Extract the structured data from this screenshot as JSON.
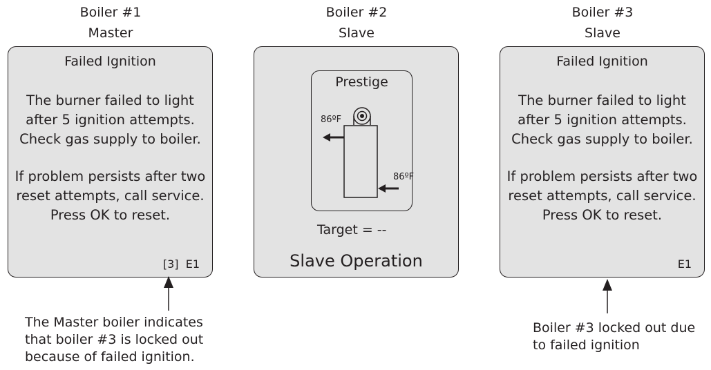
{
  "boilers": [
    {
      "name": "Boiler #1",
      "role": "Master"
    },
    {
      "name": "Boiler #2",
      "role": "Slave"
    },
    {
      "name": "Boiler #3",
      "role": "Slave"
    }
  ],
  "panel1": {
    "title": "Failed Ignition",
    "message_lines": [
      "The burner failed to light",
      "after 5 ignition attempts.",
      "Check gas supply to boiler."
    ],
    "reset_lines": [
      "If problem persists after two",
      "reset attempts, call service.",
      "Press OK to reset."
    ],
    "code": "[3]  E1"
  },
  "panel2": {
    "brand": "Prestige",
    "outlet_temp": "86ºF",
    "inlet_temp": "86ºF",
    "target_label": "Target =",
    "target_value": "--",
    "mode": "Slave Operation"
  },
  "panel3": {
    "title": "Failed Ignition",
    "message_lines": [
      "The burner failed to light",
      "after 5 ignition attempts.",
      "Check gas supply to boiler."
    ],
    "reset_lines": [
      "If problem persists after two",
      "reset attempts, call service.",
      "Press OK to reset."
    ],
    "code": "E1"
  },
  "notes": {
    "master_lines": [
      "The Master boiler indicates",
      "that boiler #3 is locked out",
      "because of failed ignition."
    ],
    "boiler3_lines": [
      "Boiler #3 locked out due",
      "to failed ignition"
    ]
  },
  "colors": {
    "panel_bg": "#e3e3e3",
    "ink": "#231f20"
  }
}
